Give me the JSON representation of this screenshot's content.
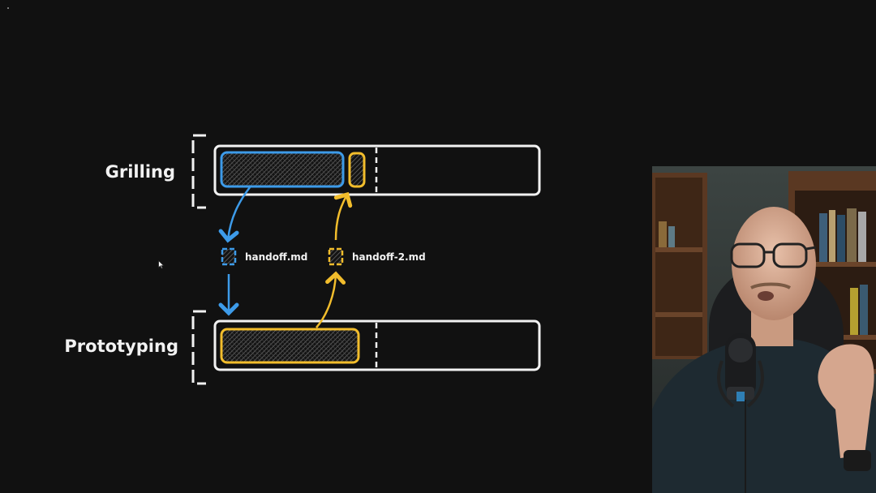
{
  "diagram": {
    "lanes": [
      {
        "id": "grilling",
        "label": "Grilling"
      },
      {
        "id": "prototyping",
        "label": "Prototyping"
      }
    ],
    "files": [
      {
        "id": "handoff",
        "label": "handoff.md",
        "color": "#3d9be9"
      },
      {
        "id": "handoff2",
        "label": "handoff-2.md",
        "color": "#f2bd2c"
      }
    ],
    "colors": {
      "background": "#111111",
      "outline": "#f2f2f2",
      "blue": "#3d9be9",
      "yellow": "#f2bd2c"
    },
    "icons": [
      "document-icon",
      "document-icon",
      "mouse-cursor-icon"
    ]
  },
  "webcam": {
    "description_visible": false
  }
}
